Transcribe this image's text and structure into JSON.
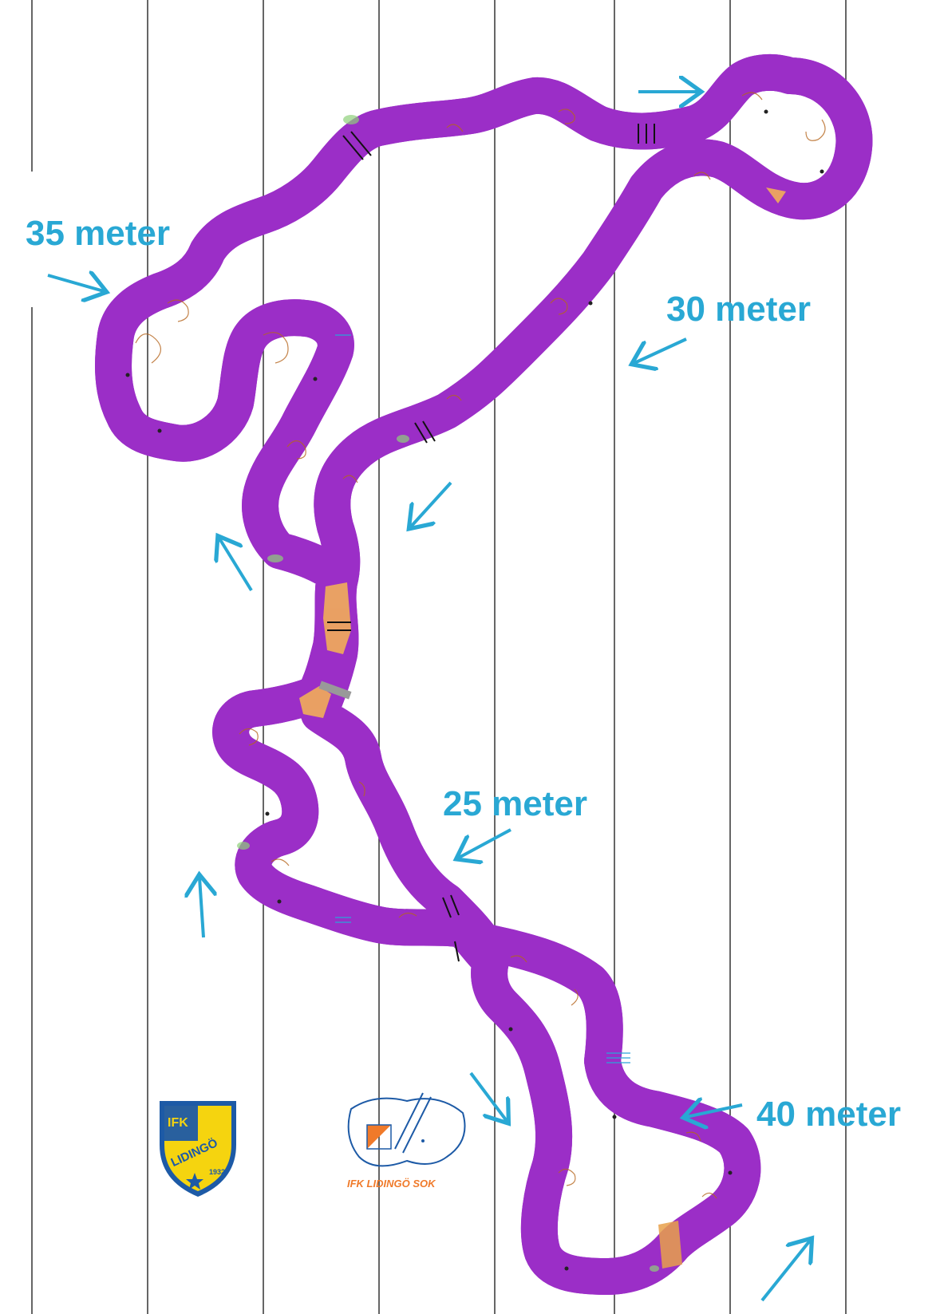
{
  "labels": {
    "dist_35": "35 meter",
    "dist_30": "30 meter",
    "dist_25": "25 meter",
    "dist_40": "40 meter"
  },
  "logos": {
    "lidingo_shield": {
      "top": "IFK",
      "middle": "LIDINGÖ",
      "year": "1932"
    },
    "sok_text": "IFK LIDINGÖ SOK"
  },
  "colors": {
    "course_outline": "#9b2ec7",
    "arrow": "#29a8d4",
    "label": "#29a8d4",
    "contour": "#b5651d",
    "grid_line": "#333333",
    "open_land": "#f7b552",
    "shield_yellow": "#f5d40f",
    "shield_blue": "#1d5aa6"
  },
  "icons": [
    "direction-arrow",
    "ifk-lidingo-shield-icon",
    "ifk-lidingo-sok-logo"
  ]
}
